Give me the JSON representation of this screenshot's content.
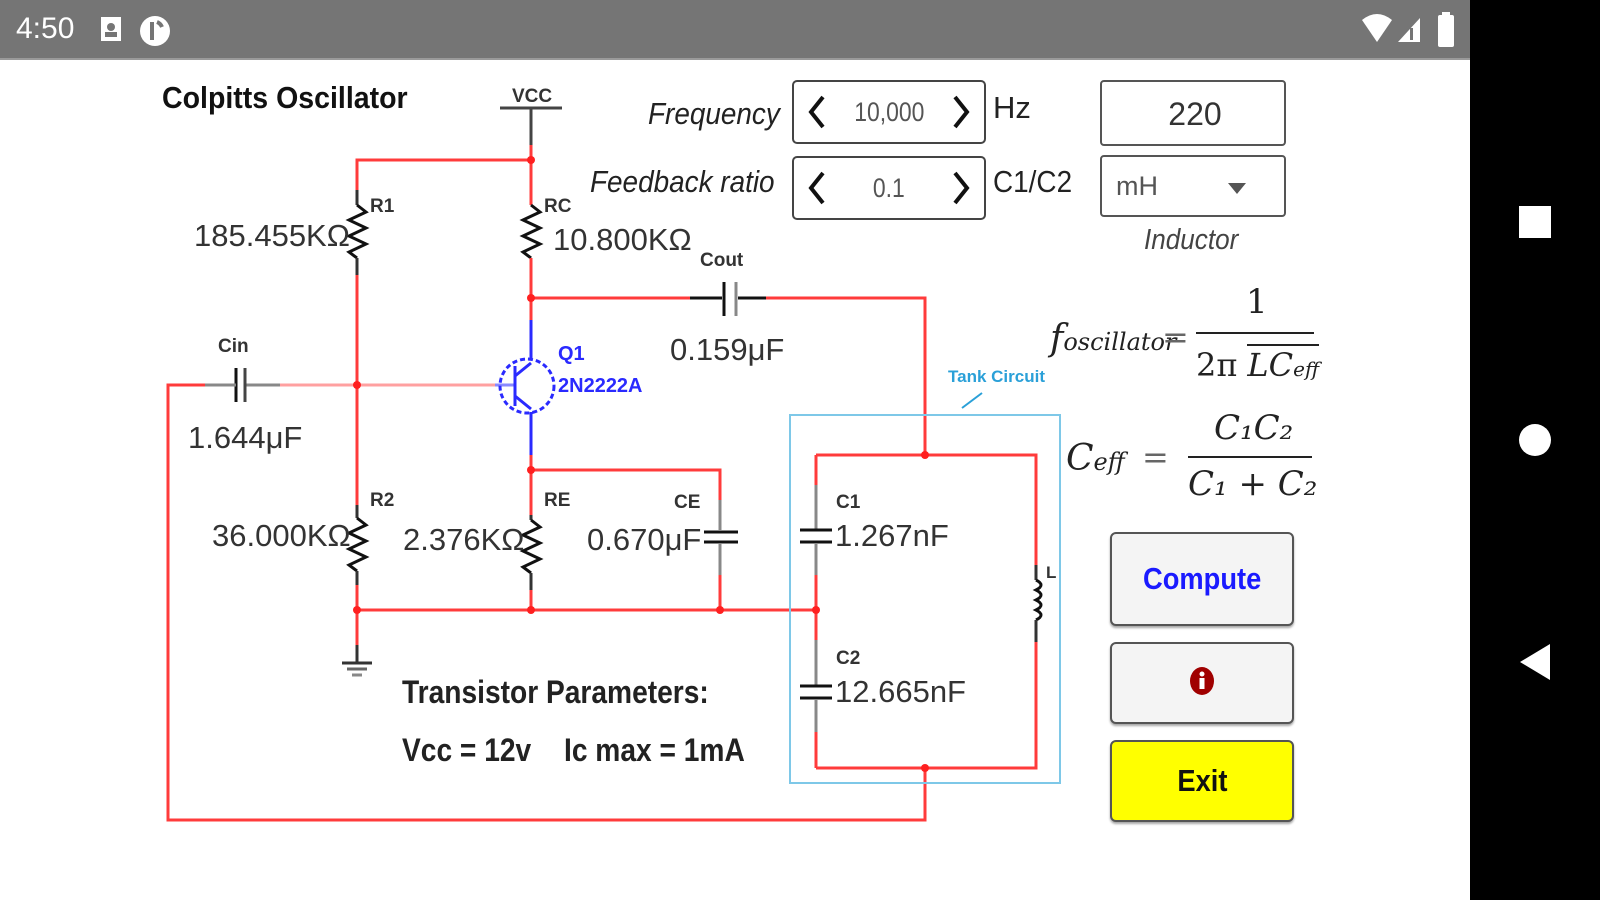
{
  "status_bar": {
    "time": "4:50",
    "icons": [
      "contact-card-icon",
      "data-saver-icon",
      "wifi-icon",
      "cell-signal-icon",
      "battery-icon"
    ]
  },
  "app": {
    "title": "Colpitts Oscillator",
    "controls": {
      "frequency": {
        "label": "Frequency",
        "value": "10,000",
        "unit": "Hz"
      },
      "feedback_ratio": {
        "label": "Feedback ratio",
        "value": "0.1",
        "unit": "C1/C2"
      },
      "inductor": {
        "value": "220",
        "unit_selected": "mH",
        "label": "Inductor"
      }
    },
    "formulas": {
      "f_lhs": "f",
      "f_sub": "oscillator",
      "f_num": "1",
      "f_den_prefix": "2π",
      "f_den_rad": "LC",
      "f_den_sub": "eff",
      "c_lhs": "C",
      "c_sub": "eff",
      "c_num": "C₁C₂",
      "c_den": "C₁ + C₂",
      "equals": "="
    },
    "buttons": {
      "compute": "Compute",
      "info_icon": "info-icon",
      "exit": "Exit"
    },
    "colors": {
      "compute_text": "#1a1aff",
      "exit_bg": "#ffff00",
      "info_icon": "#a00000",
      "wire": "#ff3b3b",
      "transistor": "#2a2aff",
      "tank_box": "#7ec8e8",
      "tank_label": "#2aa0d8"
    },
    "schematic": {
      "vcc_label": "VCC",
      "r1": {
        "name": "R1",
        "value": "185.455KΩ"
      },
      "rc": {
        "name": "RC",
        "value": "10.800KΩ"
      },
      "r2": {
        "name": "R2",
        "value": "36.000KΩ"
      },
      "re": {
        "name": "RE",
        "value": "2.376KΩ"
      },
      "cin": {
        "name": "Cin",
        "value": "1.644μF"
      },
      "cout": {
        "name": "Cout",
        "value": "0.159μF"
      },
      "ce": {
        "name": "CE",
        "value": "0.670μF"
      },
      "c1": {
        "name": "C1",
        "value": "1.267nF"
      },
      "c2": {
        "name": "C2",
        "value": "12.665nF"
      },
      "l": {
        "name": "L"
      },
      "q1": {
        "name": "Q1",
        "part": "2N2222A"
      },
      "tank_label": "Tank Circuit"
    },
    "transistor_params": {
      "heading": "Transistor Parameters:",
      "vcc": "Vcc = 12v",
      "ic": "Ic max = 1mA"
    }
  },
  "nav_bar": {
    "buttons": [
      "recents-button",
      "home-button",
      "back-button"
    ]
  }
}
